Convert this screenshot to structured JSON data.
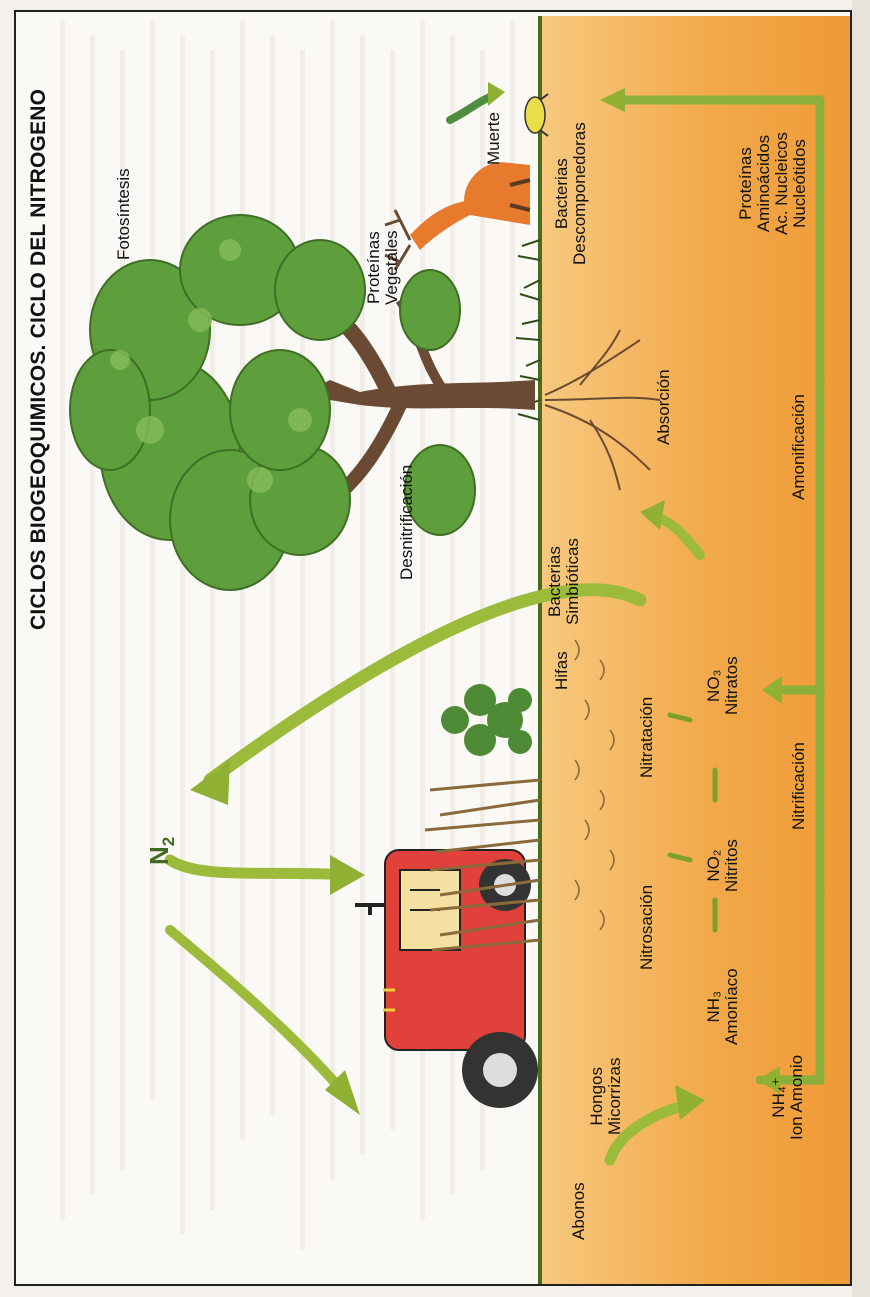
{
  "title": "CICLOS BIOGEOQUIMICOS. CICLO DEL NITROGENO",
  "gas": {
    "formula": "N₂",
    "base": "N",
    "sub": "2"
  },
  "labels": {
    "fotosintesis": "Fotosíntesis",
    "desnitrificacion": "Desnitrificación",
    "proteinas_vegetales": [
      "Proteínas",
      "Vegetales"
    ],
    "muerte": "Muerte",
    "bacterias_descomponedoras": [
      "Bacterias",
      "Descomponedoras"
    ],
    "proteinas_list": [
      "Proteínas",
      "Aminoácidos",
      "Ac. Nucleicos",
      "Nucleótidos"
    ],
    "absorcion": "Absorción",
    "amonificacion": "Amonificación",
    "bacterias_simbioticas": [
      "Bacterias",
      "Simbióticas"
    ],
    "hifas": "Hifas",
    "nitratacion": "Nitratación",
    "nitratos": [
      "NO₃",
      "Nitratos"
    ],
    "nitrificacion": "Nitrificación",
    "nitrosacion": "Nitrosación",
    "nitritos": [
      "NO₂",
      "Nitritos"
    ],
    "amoniaco": [
      "NH₃",
      "Amoníaco"
    ],
    "hongos": [
      "Hongos",
      "Micorrizas"
    ],
    "ion_amonio": [
      "NH₄⁺",
      "Ion Amonio"
    ],
    "abonos": "Abonos"
  },
  "colors": {
    "soil": "#f1a744",
    "soil_light": "#f6c47a",
    "arrow_green": "#9dbb3a",
    "arrow_green_dark": "#6f9426",
    "tree_leaf": "#5f9e3c",
    "trunk": "#6b4a33",
    "tractor": "#e2403a"
  }
}
